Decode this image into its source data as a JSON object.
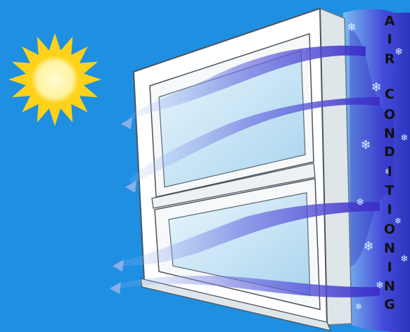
{
  "vertical_text": "AIR CONDITIONING",
  "letters": [
    "A",
    "I",
    "R",
    "C",
    "O",
    "N",
    "D",
    "I",
    "T",
    "I",
    "O",
    "N",
    "I",
    "N",
    "G"
  ],
  "colors": {
    "background": "#1f8fe2",
    "sun": "#ffd21a",
    "sun_core": "#fff7b8",
    "frame": "#ffffff",
    "glass": "#c7e6f6",
    "airflow": "#3b2cc9",
    "text": "#111111",
    "snowflake": "#d9ecff"
  },
  "icons": [
    "sun-icon",
    "window-icon",
    "airflow-arrow-icon",
    "snowflake-icon"
  ]
}
